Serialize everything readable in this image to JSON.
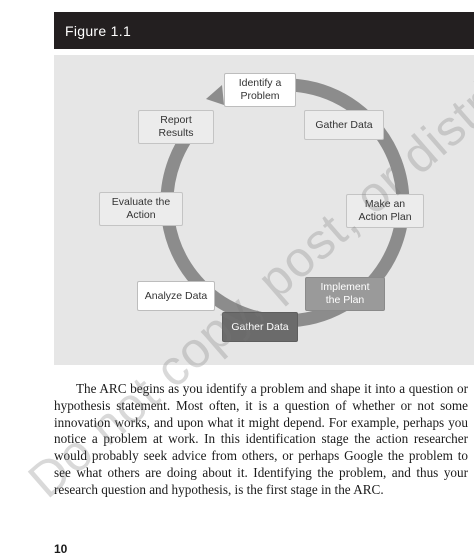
{
  "figure": {
    "label": "Figure 1.1",
    "nodes": {
      "identify": "Identify a Problem",
      "gather_top": "Gather Data",
      "action_plan": "Make an Action Plan",
      "implement": "Implement the Plan",
      "gather_bottom": "Gather Data",
      "analyze": "Analyze Data",
      "evaluate": "Evaluate the Action",
      "report": "Report Results"
    }
  },
  "body": {
    "paragraph": "The ARC begins as you identify a problem and shape it into a question or hypothesis statement. Most often, it is a question of whether or not some innovation works, and upon what it might depend. For example, perhaps you notice a problem at work. In this identification stage the action researcher would probably seek advice from others, or perhaps Google the problem to see what others are doing about it. Identifying the problem, and thus your research question and hypothesis, is the first stage in the ARC."
  },
  "page_number": "10",
  "watermark": "Do not copy, post, or distribute",
  "colors": {
    "header_bg": "#231f20",
    "panel_bg": "#e6e6e6",
    "ring": "#8c8c8c"
  }
}
